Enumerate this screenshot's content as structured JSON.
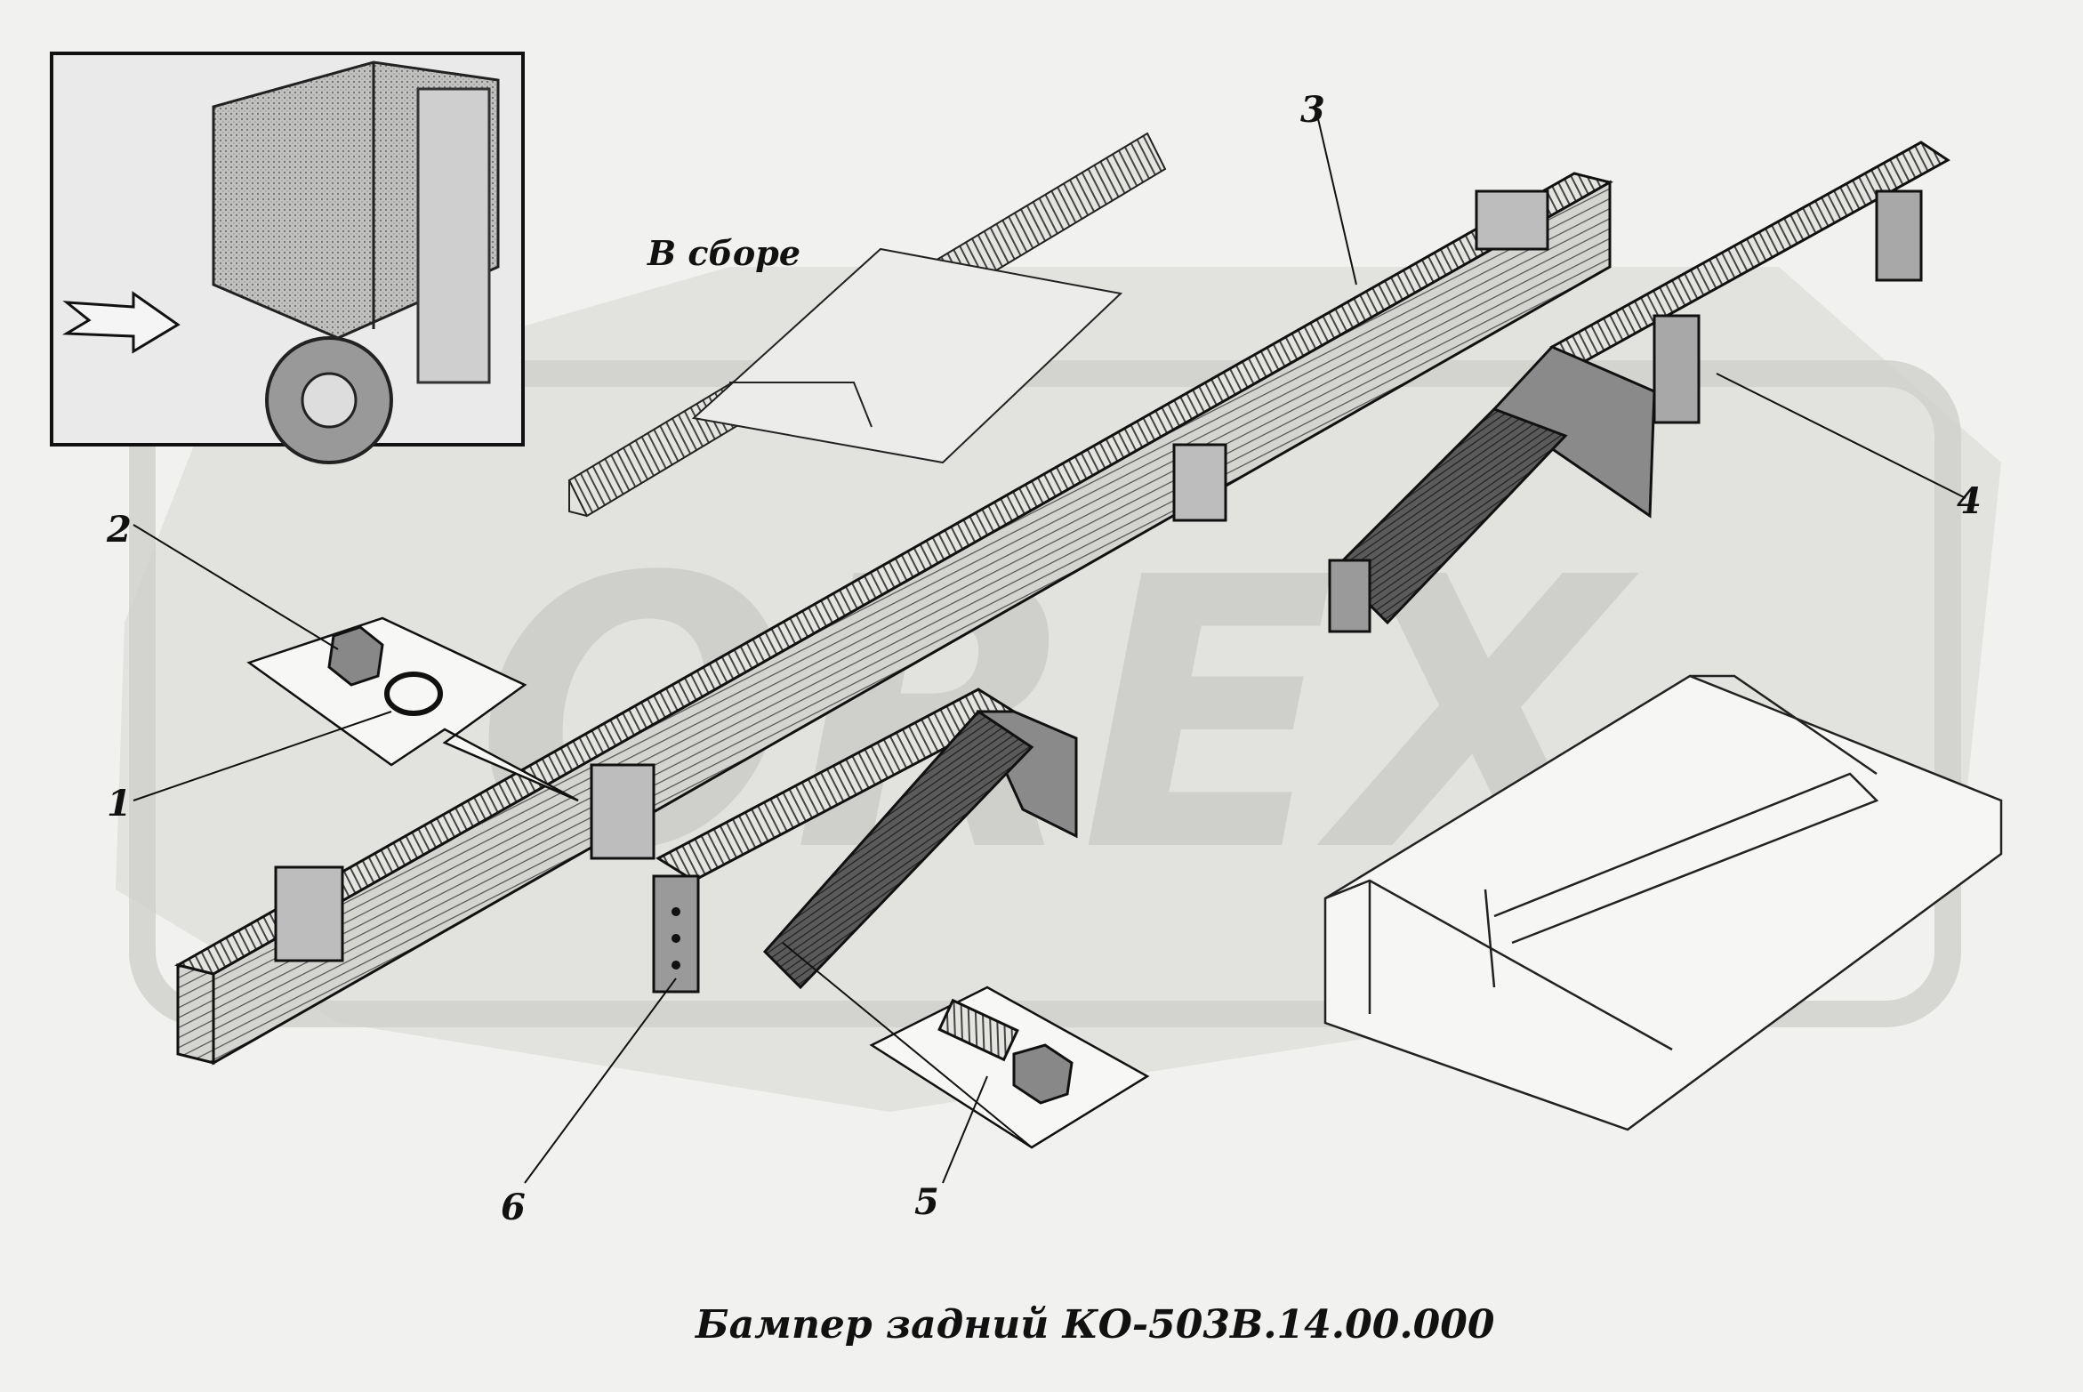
{
  "watermark": {
    "text": "OREX",
    "color": "#c9c9c6"
  },
  "inset_subtitle": "В сборе",
  "caption": "Бампер задний КО-503В.14.00.000",
  "callouts": [
    {
      "key": "1",
      "text": "1"
    },
    {
      "key": "2",
      "text": "2"
    },
    {
      "key": "3",
      "text": "3"
    },
    {
      "key": "4",
      "text": "4"
    },
    {
      "key": "5",
      "text": "5"
    },
    {
      "key": "6",
      "text": "6"
    }
  ],
  "parts": [
    "bumper-beam",
    "nut",
    "washer",
    "left-bracket",
    "right-bracket",
    "bolt",
    "assembly-view",
    "truck-inset"
  ]
}
